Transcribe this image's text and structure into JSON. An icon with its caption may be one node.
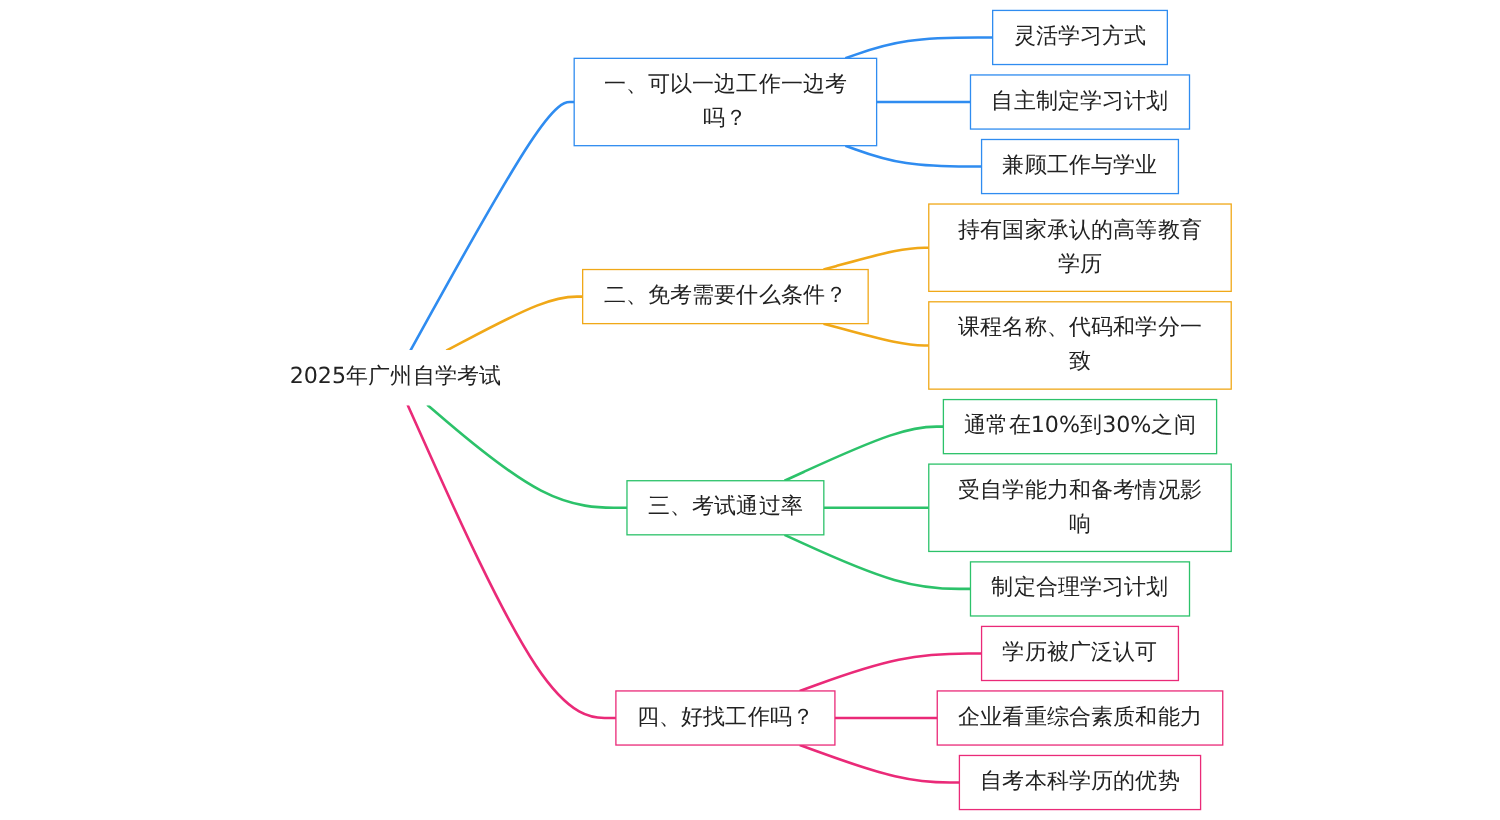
{
  "diagram": {
    "nodes": [
      {
        "text": [
          "2025年广州自学考试"
        ]
      },
      {
        "text": [
          "一、可以一边工作一边考吗？"
        ]
      },
      {
        "text": [
          "灵活学习方式"
        ]
      },
      {
        "text": [
          "自主制定学习计划"
        ]
      },
      {
        "text": [
          "兼顾工作与学业"
        ]
      },
      {
        "text": [
          "二、免考需要什么条件？"
        ]
      },
      {
        "text": [
          "持有国家承认的高等教育学历"
        ]
      },
      {
        "text": [
          "课程名称、代码和学分一致"
        ]
      },
      {
        "text": [
          "三、考试通过率"
        ]
      },
      {
        "text": [
          "通常在10%到30%之间"
        ]
      },
      {
        "text": [
          "受自学能力和备考情况影响"
        ]
      },
      {
        "text": [
          "制定合理学习计划"
        ]
      },
      {
        "text": [
          "四、好找工作吗？"
        ]
      },
      {
        "text": [
          "学历被广泛认可"
        ]
      },
      {
        "text": [
          "企业看重综合素质和能力"
        ]
      },
      {
        "text": [
          "自考本科学历的优势"
        ]
      }
    ],
    "edges": [
      {
        "from": 0,
        "to": 1,
        "arrow": "none",
        "color": "#2f8cf0"
      },
      {
        "from": 1,
        "to": 2,
        "arrow": "none",
        "color": "#2f8cf0"
      },
      {
        "from": 1,
        "to": 3,
        "arrow": "none",
        "color": "#2f8cf0"
      },
      {
        "from": 1,
        "to": 4,
        "arrow": "none",
        "color": "#2f8cf0"
      },
      {
        "from": 0,
        "to": 5,
        "arrow": "none",
        "color": "#f0a818"
      },
      {
        "from": 5,
        "to": 6,
        "arrow": "none",
        "color": "#f0a818"
      },
      {
        "from": 5,
        "to": 7,
        "arrow": "none",
        "color": "#f0a818"
      },
      {
        "from": 0,
        "to": 8,
        "arrow": "none",
        "color": "#2cc26a"
      },
      {
        "from": 8,
        "to": 9,
        "arrow": "none",
        "color": "#2cc26a"
      },
      {
        "from": 8,
        "to": 10,
        "arrow": "none",
        "color": "#2cc26a"
      },
      {
        "from": 8,
        "to": 11,
        "arrow": "none",
        "color": "#2cc26a"
      },
      {
        "from": 0,
        "to": 12,
        "arrow": "none",
        "color": "#ea2a78"
      },
      {
        "from": 12,
        "to": 13,
        "arrow": "none",
        "color": "#ea2a78"
      },
      {
        "from": 12,
        "to": 14,
        "arrow": "none",
        "color": "#ea2a78"
      },
      {
        "from": 12,
        "to": 15,
        "arrow": "none",
        "color": "#ea2a78"
      }
    ]
  }
}
